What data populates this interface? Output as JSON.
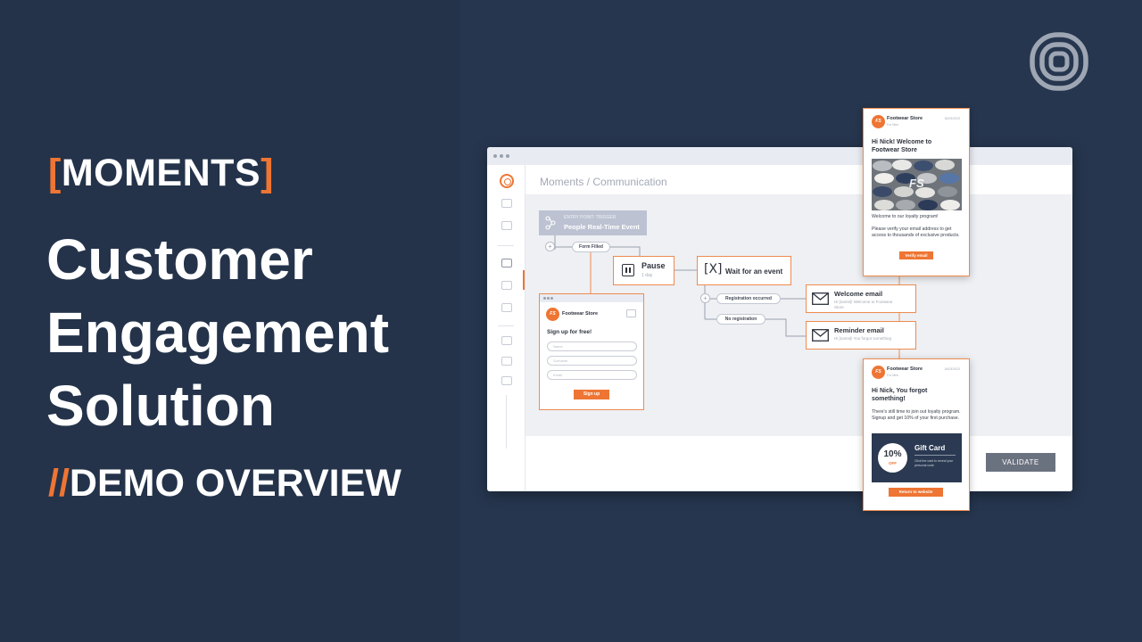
{
  "headline": {
    "tag_bracket_open": "[",
    "tag_text": "MOMENTS",
    "tag_bracket_close": "]",
    "line1": "Customer",
    "line2": "Engagement",
    "line3": "Solution",
    "demo_slashes": "//",
    "demo_text": "DEMO OVERVIEW"
  },
  "colors": {
    "accent": "#ee7533",
    "background": "#24334a",
    "text": "#ffffff"
  },
  "brand": {
    "logo_icon": "concentric-rounded-squares-icon"
  },
  "app": {
    "breadcrumb": "Moments / Communication",
    "validate_label": "VALIDATE",
    "sidebar_icons": [
      "home-icon",
      "inbox-icon",
      "moments-icon",
      "segments-icon",
      "rewards-icon",
      "analytics-icon",
      "audience-icon",
      "store-icon"
    ]
  },
  "flow": {
    "entry_small": "ENTRY POINT: TRIGGER",
    "entry_main": "People Real-Time Event",
    "form_filled": "Form Filled",
    "pause_label": "Pause",
    "pause_sub": "1 day",
    "wait_icon": "[X]",
    "wait_label": "Wait for an event",
    "registration_occurred": "Registration occurred",
    "no_registration": "No registration",
    "welcome_email_title": "Welcome email",
    "welcome_email_sub": "Hi [name]! Welcome to Footwear",
    "welcome_email_sub2": "Store",
    "reminder_email_title": "Reminder email",
    "reminder_email_sub": "Hi [name]! You forgot something"
  },
  "signup_card": {
    "logo_text": "FS",
    "store_name": "Footwear Store",
    "heading": "Sign up for free!",
    "field1": "Name",
    "field2": "Surname",
    "field3": "Email",
    "button": "Sign up"
  },
  "welcome_preview": {
    "logo_text": "FS",
    "store_name": "Footwear Store",
    "store_sub": "For Men",
    "date": "18/03/2023",
    "heading_line1": "Hi Nick! Welcome to",
    "heading_line2": "Footwear Store",
    "image_mark": "FS",
    "body1": "Welcome to our loyalty program!",
    "body2": "Please verify your email address to get access to thousands of exclusive products.",
    "button": "Verify email"
  },
  "reminder_preview": {
    "logo_text": "FS",
    "store_name": "Footwear Store",
    "store_sub": "For Men",
    "date": "18/03/2023",
    "heading_line1": "Hi Nick, You forgot",
    "heading_line2": "something!",
    "body": "There's still time to join out loyalty program. Signup and get 10% of your first purchase.",
    "gift_pct": "10%",
    "gift_off": "OFF",
    "gift_title": "Gift Card",
    "gift_sub": "Click the card to reveal your personal code",
    "button": "Return to website"
  }
}
